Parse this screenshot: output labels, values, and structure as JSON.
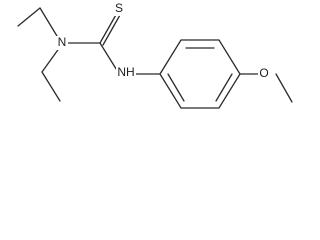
{
  "molecule": {
    "atoms": {
      "sulfur": "S",
      "amine_nitrogen": "N",
      "amide_nitrogen": "NH",
      "ether_oxygen": "O"
    }
  }
}
